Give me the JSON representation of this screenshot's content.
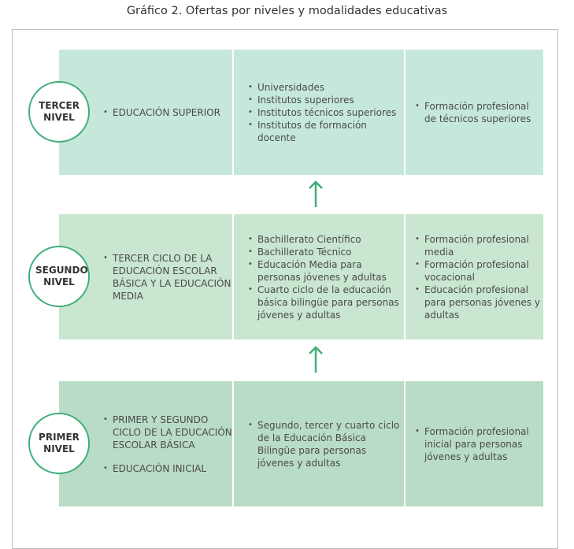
{
  "title": "Gráfico 2. Ofertas por niveles y modalidades educativas",
  "colors": {
    "tercer": "#c5e8da",
    "segundo": "#c8e6d0",
    "primer": "#b9dcc6",
    "accent": "#3fae7a"
  },
  "levels": [
    {
      "label": "TERCER NIVEL",
      "col1": [
        "EDUCACIÓN SUPERIOR"
      ],
      "col2": [
        "Universidades",
        "Institutos superiores",
        "Institutos técnicos superiores",
        "Institutos de formación docente"
      ],
      "col3": [
        "Formación profesional de técnicos superiores"
      ]
    },
    {
      "label": "SEGUNDO NIVEL",
      "col1": [
        "TERCER CICLO DE LA EDUCACIÓN ESCOLAR BÁSICA Y LA EDUCACIÓN MEDIA"
      ],
      "col2": [
        "Bachillerato Científico",
        "Bachillerato Técnico",
        "Educación Media para personas jóvenes y adultas",
        "Cuarto ciclo de la educación básica bilingüe para personas jóvenes y adultas"
      ],
      "col3": [
        "Formación profesional media",
        "Formación profesional vocacional",
        "Educación profesional para personas jóvenes y adultas"
      ]
    },
    {
      "label": "PRIMER NIVEL",
      "col1": [
        "PRIMER Y SEGUNDO CICLO DE LA EDUCACIÓN ESCOLAR BÁSICA",
        "EDUCACIÓN INICIAL"
      ],
      "col2": [
        "Segundo, tercer y cuarto ciclo de la Educación Básica Bilingüe para personas jóvenes y adultas"
      ],
      "col3": [
        "Formación profesional inicial para personas jóvenes y adultas"
      ]
    }
  ]
}
